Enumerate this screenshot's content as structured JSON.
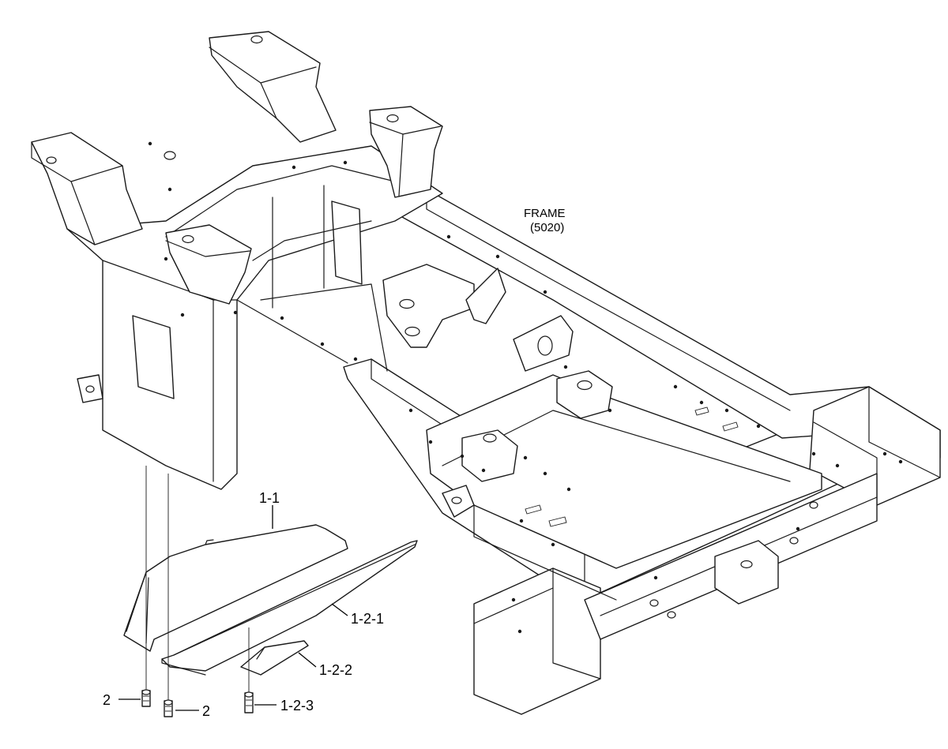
{
  "frame_label": {
    "name": "FRAME",
    "code": "(5020)"
  },
  "callouts": {
    "cover_1_1": "1-1",
    "plate_1_2_1": "1-2-1",
    "plate_1_2_2": "1-2-2",
    "bolt_1_2_3": "1-2-3",
    "bolt_2_left": "2",
    "bolt_2_right": "2"
  }
}
